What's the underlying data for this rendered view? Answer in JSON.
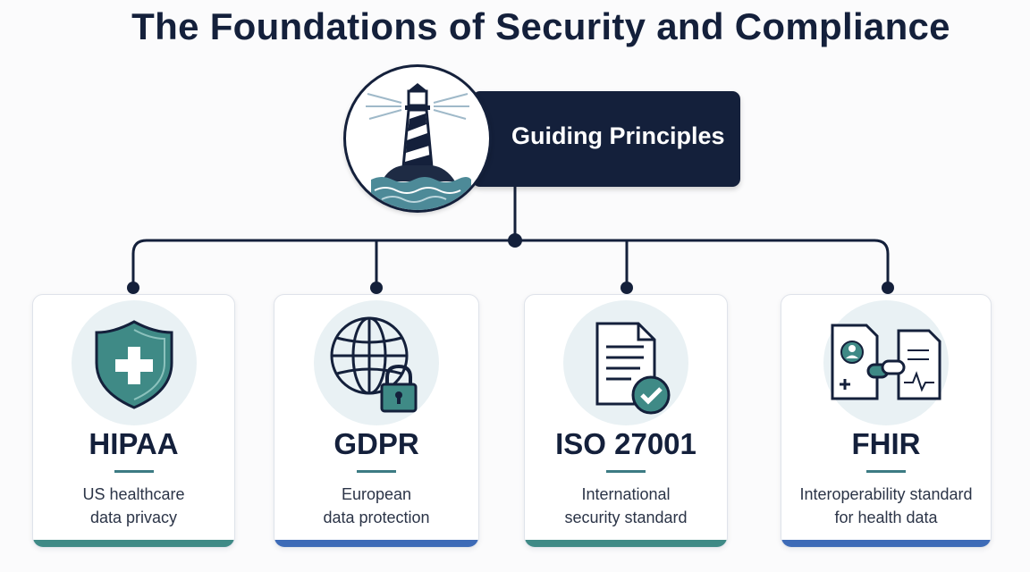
{
  "title": "The Foundations of Security and Compliance",
  "center_node": {
    "label": "Guiding Principles",
    "icon": "lighthouse-icon"
  },
  "colors": {
    "navy": "#14203b",
    "teal": "#3c7b83",
    "blue": "#3d6bb7",
    "halo": "#e9f1f4"
  },
  "standards": [
    {
      "name": "HIPAA",
      "line1": "US healthcare",
      "line2": "data privacy",
      "icon": "medical-shield-icon",
      "accent": "#3f8a86"
    },
    {
      "name": "GDPR",
      "line1": "European",
      "line2": "data protection",
      "icon": "globe-lock-icon",
      "accent": "#3d6bb7"
    },
    {
      "name": "ISO 27001",
      "line1": "International",
      "line2": "security standard",
      "icon": "document-check-icon",
      "accent": "#3f8a86"
    },
    {
      "name": "FHIR",
      "line1": "Interoperability standard",
      "line2": "for health data",
      "icon": "linked-records-icon",
      "accent": "#3d6bb7"
    }
  ]
}
